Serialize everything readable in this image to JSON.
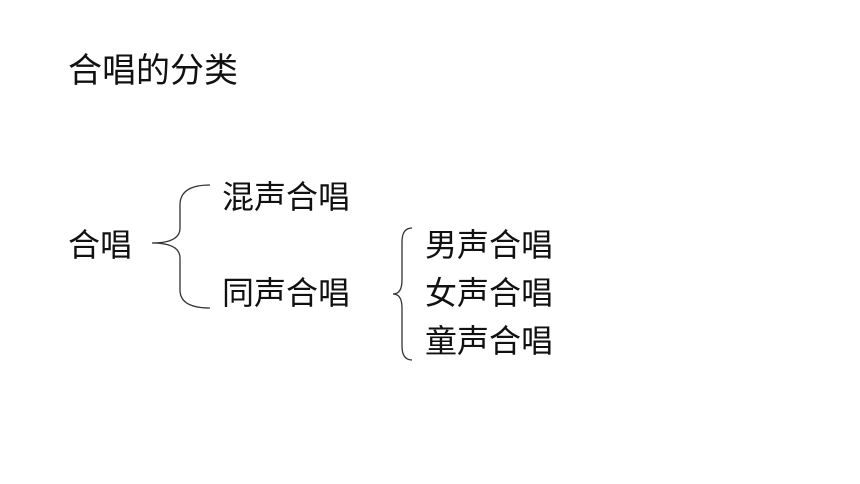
{
  "title": "合唱的分类",
  "root": {
    "label": "合唱"
  },
  "children": [
    {
      "label": "混声合唱"
    },
    {
      "label": "同声合唱",
      "children": [
        {
          "label": "男声合唱"
        },
        {
          "label": "女声合唱"
        },
        {
          "label": "童声合唱"
        }
      ]
    }
  ]
}
